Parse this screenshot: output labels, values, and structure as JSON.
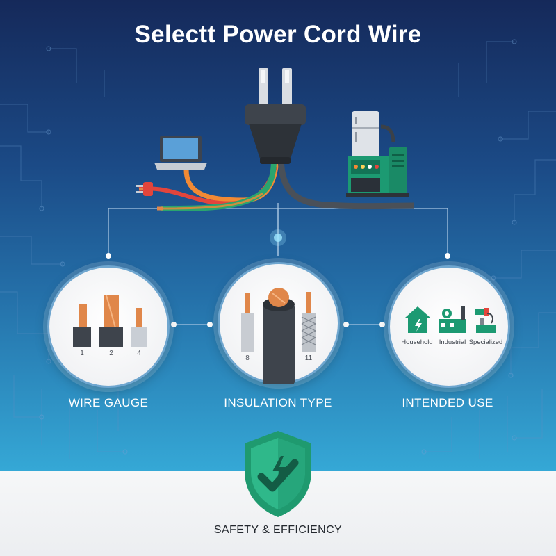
{
  "title": "Selectt Power Cord Wire",
  "branches": [
    {
      "label": "WIRE GAUGE",
      "numbers": [
        "1",
        "2",
        "4"
      ]
    },
    {
      "label": "INSULATION TYPE",
      "numbers": [
        "8",
        "11"
      ]
    },
    {
      "label": "INTENDED USE",
      "uses": [
        "Household",
        "Industrial",
        "Specialized"
      ]
    }
  ],
  "footer": {
    "label": "SAFETY & EFFICIENCY"
  },
  "icons": {
    "top": [
      "laptop-icon",
      "power-plug-icon",
      "refrigerator-icon",
      "generator-icon"
    ],
    "footer": "shield-check-icon"
  },
  "colors": {
    "background_top": "#15295a",
    "background_bottom": "#35a8d6",
    "copper": "#e0874a",
    "accent_green": "#1c9a72",
    "cord_orange": "#f28a34",
    "cord_green": "#2aa56e",
    "cord_gray": "#4a5058"
  }
}
